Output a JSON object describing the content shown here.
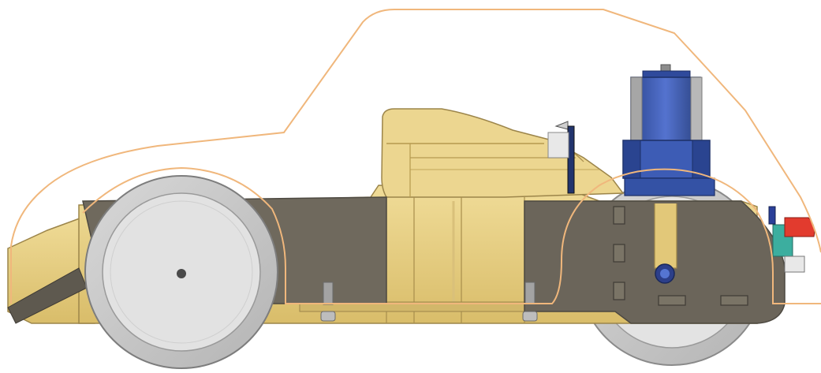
{
  "colors": {
    "body_outline": "#f0b77c",
    "chassis_gold": "#e5cc7e",
    "chassis_gold_dark": "#b99e52",
    "chassis_gold_light": "#f2e0a2",
    "side_plate": "#6e685c",
    "side_plate_dark": "#4d4941",
    "wheel_tire": "#c9c9c9",
    "wheel_hub": "#e2e2e2",
    "wheel_edge": "#8a8a8a",
    "motor_blue": "#3d5cb5",
    "motor_blue_dark": "#22366e",
    "motor_grey": "#b8b8b8",
    "sensor_red": "#e23b2e",
    "sensor_teal": "#40b3a6",
    "hardware_grey": "#9a9a9a"
  },
  "parts": {
    "body_shell": "car-body-shell-outline",
    "chassis": "chassis",
    "rear_wheel": "wheel",
    "front_wheel": "wheel",
    "motor": "steering-servo-motor",
    "bracket": "sensor-bracket",
    "front_sensor": "front-sensor"
  }
}
